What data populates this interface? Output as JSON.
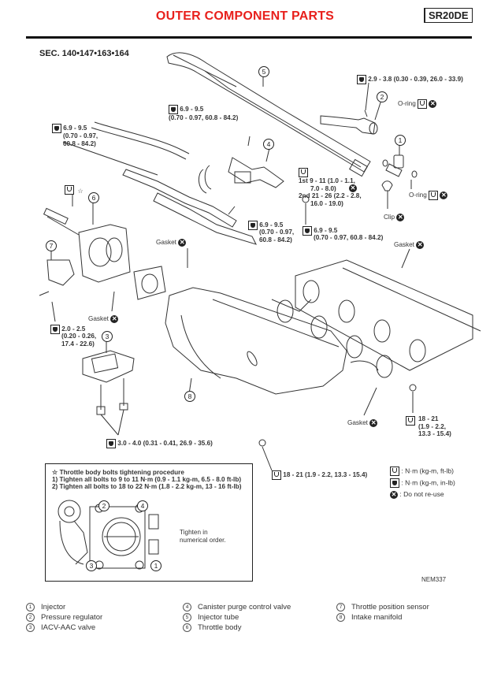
{
  "header": {
    "title": "OUTER COMPONENT PARTS",
    "engine_code": "SR20DE",
    "title_color": "#e8201c"
  },
  "section": "SEC. 140•147•163•164",
  "callouts": {
    "c1": "1",
    "c2": "2",
    "c3": "3",
    "c4": "4",
    "c5": "5",
    "c6": "6",
    "c7": "7",
    "c8": "8"
  },
  "torque_labels": {
    "pressure_regulator_bolt": "2.9 - 3.8 (0.30 - 0.39, 26.0 - 33.9)",
    "canister_bolt_line1": "6.9 - 9.5",
    "canister_bolt_line2": "(0.70 - 0.97, 60.8 - 84.2)",
    "hose_bolt_line1": "6.9 - 9.5",
    "hose_bolt_line2": "(0.70 - 0.97,",
    "hose_bolt_line3": "60.8 - 84.2)",
    "injector_tube_line1": "1st  9 - 11 (1.0 - 1.1,",
    "injector_tube_line2": "7.0 - 8.0)",
    "injector_tube_line3": "2nd  21 - 26 (2.2 - 2.8,",
    "injector_tube_line4": "16.0 - 19.0)",
    "bracket_bolt_line1": "6.9 - 9.5",
    "bracket_bolt_line2": "(0.70 - 0.97,",
    "bracket_bolt_line3": "60.8 - 84.2)",
    "nut_line1": "6.9 - 9.5",
    "nut_line2": "(0.70 - 0.97, 60.8 - 84.2)",
    "tps_screw_line1": "2.0 - 2.5",
    "tps_screw_line2": "(0.20 - 0.26,",
    "tps_screw_line3": "17.4 - 22.6)",
    "iacv_bolt": "3.0 - 4.0 (0.31 - 0.41, 26.9 - 35.6)",
    "manifold_nut_right_line1": "18 - 21",
    "manifold_nut_right_line2": "(1.9 - 2.2,",
    "manifold_nut_right_line3": "13.3 - 15.4)",
    "manifold_nut_bottom": "18 - 21 (1.9 - 2.2, 13.3 - 15.4)"
  },
  "part_labels": {
    "o_ring_upper": "O-ring",
    "o_ring_lower": "O-ring",
    "clip": "Clip",
    "gasket_throttle": "Gasket",
    "gasket_upper_center": "Gasket",
    "gasket_manifold_upper": "Gasket",
    "gasket_manifold_lower": "Gasket",
    "star": "☆"
  },
  "symbol_legend": [
    {
      "icon": "torque-icon",
      "text": ": N·m (kg-m, ft-lb)"
    },
    {
      "icon": "torque-small-icon",
      "text": ": N·m (kg-m, in-lb)"
    },
    {
      "icon": "do-not-reuse-icon",
      "text": ": Do not re-use"
    }
  ],
  "procedure": {
    "title": "☆ Throttle body bolts tightening procedure",
    "step1": "1) Tighten all bolts to 9 to 11 N·m (0.9 - 1.1 kg-m, 6.5 - 8.0 ft-lb)",
    "step2": "2) Tighten all bolts to 18 to 22 N·m (1.8 - 2.2 kg-m, 13 - 16 ft-lb)",
    "note_line1": "Tighten in",
    "note_line2": "numerical order.",
    "bolt_order": [
      "1",
      "2",
      "3",
      "4"
    ]
  },
  "figure_ref": "NEM337",
  "parts_legend": [
    {
      "num": "1",
      "name": "Injector"
    },
    {
      "num": "2",
      "name": "Pressure regulator"
    },
    {
      "num": "3",
      "name": "IACV-AAC valve"
    },
    {
      "num": "4",
      "name": "Canister purge control valve"
    },
    {
      "num": "5",
      "name": "Injector tube"
    },
    {
      "num": "6",
      "name": "Throttle body"
    },
    {
      "num": "7",
      "name": "Throttle position sensor"
    },
    {
      "num": "8",
      "name": "Intake manifold"
    }
  ]
}
